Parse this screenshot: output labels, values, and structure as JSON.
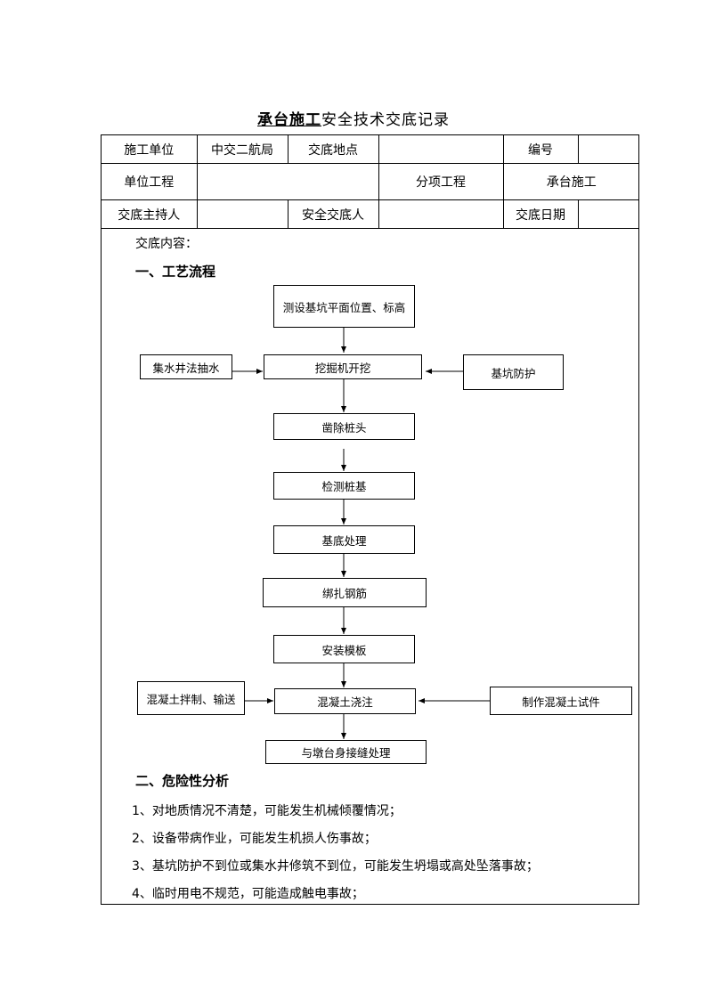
{
  "title": {
    "underlined": "承台施工",
    "rest": "安全技术交底记录"
  },
  "header": {
    "construction_unit_label": "施工单位",
    "construction_unit_value": "中交二航局",
    "location_label": "交底地点",
    "location_value": "",
    "number_label": "编号",
    "number_value": "",
    "unit_project_label": "单位工程",
    "unit_project_value": "",
    "sub_project_label": "分项工程",
    "sub_project_value": "承台施工",
    "host_label": "交底主持人",
    "host_value": "",
    "safety_person_label": "安全交底人",
    "safety_person_value": "",
    "date_label": "交底日期",
    "date_value": ""
  },
  "content_label": "交底内容：",
  "section1_title": "一、工艺流程",
  "flow": {
    "survey": "测设基坑平面位置、标高",
    "drain": "集水井法抽水",
    "excavate": "挖掘机开挖",
    "protect": "基坑防护",
    "chisel": "凿除桩头",
    "inspect": "检测桩基",
    "base": "基底处理",
    "rebar": "绑扎钢筋",
    "formwork": "安装模板",
    "mix": "混凝土拌制、输送",
    "pour": "混凝土浇注",
    "specimen": "制作混凝土试件",
    "joint": "与墩台身接缝处理"
  },
  "section2_title": "二、危险性分析",
  "hazards": [
    "1、对地质情况不清楚，可能发生机械倾覆情况；",
    "2、设备带病作业，可能发生机损人伤事故；",
    "3、基坑防护不到位或集水井修筑不到位，可能发生坍塌或高处坠落事故；",
    "4、临时用电不规范，可能造成触电事故；"
  ]
}
